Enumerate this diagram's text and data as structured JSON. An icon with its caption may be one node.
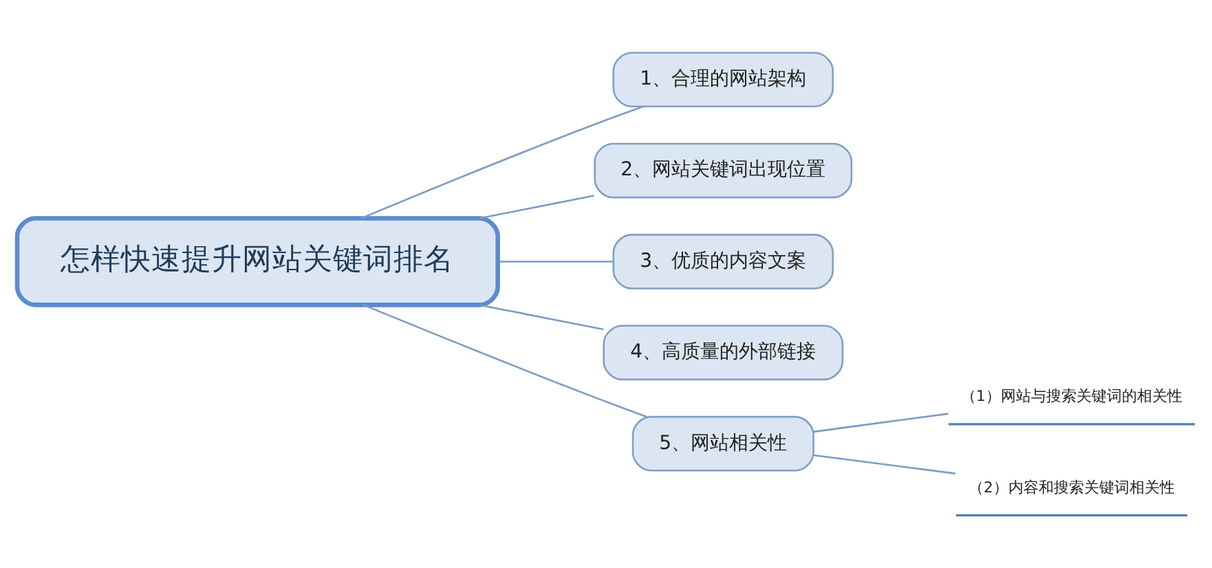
{
  "diagram": {
    "nodes": [
      {
        "text": [
          "怎样快速提升网站关键词排名"
        ]
      },
      {
        "text": [
          "1、合理的网站架构"
        ]
      },
      {
        "text": [
          "2、网站关键词出现位置"
        ]
      },
      {
        "text": [
          "3、优质的内容文案"
        ]
      },
      {
        "text": [
          "4、高质量的外部链接"
        ]
      },
      {
        "text": [
          "5、网站相关性"
        ]
      },
      {
        "text": [
          "（1）网站与搜索关键词的相关性"
        ]
      },
      {
        "text": [
          "（2）内容和搜索关键词相关性"
        ]
      }
    ],
    "edges": [
      {
        "from": 0,
        "to": 1,
        "arrow": "none"
      },
      {
        "from": 0,
        "to": 2,
        "arrow": "none"
      },
      {
        "from": 0,
        "to": 3,
        "arrow": "none"
      },
      {
        "from": 0,
        "to": 4,
        "arrow": "none"
      },
      {
        "from": 0,
        "to": 5,
        "arrow": "none"
      },
      {
        "from": 5,
        "to": 6,
        "arrow": "none"
      },
      {
        "from": 5,
        "to": 7,
        "arrow": "none"
      }
    ]
  }
}
